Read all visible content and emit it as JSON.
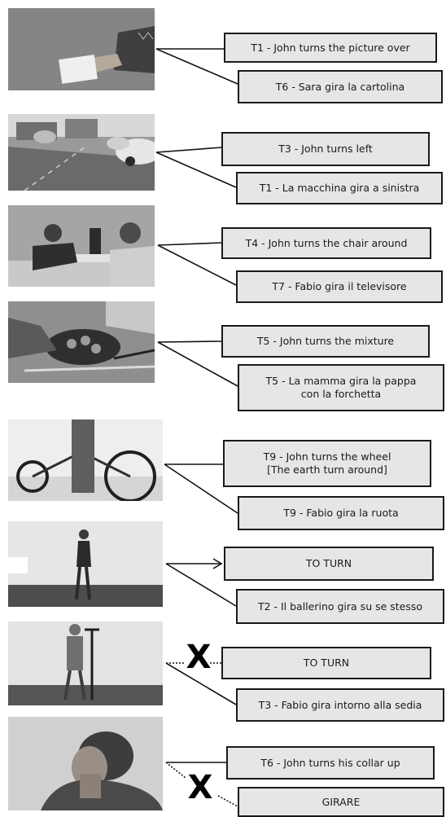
{
  "rows": [
    {
      "label_a": "T1 - John turns the picture over",
      "label_b": "T6 - Sara gira la cartolina"
    },
    {
      "label_a": "T3 - John turns left",
      "label_b": "T1 - La macchina gira a sinistra"
    },
    {
      "label_a": "T4 - John turns the chair around",
      "label_b": "T7 - Fabio gira il televisore"
    },
    {
      "label_a": "T5 - John turns the mixture",
      "label_b_line1": "T5 - La mamma gira la pappa",
      "label_b_line2": "con la forchetta"
    },
    {
      "label_a_line1": "T9 - John turns the wheel",
      "label_a_line2": "[The earth turn around]",
      "label_b": "T9 - Fabio gira la ruota"
    },
    {
      "label_a": "TO TURN",
      "label_b": "T2 - Il ballerino gira su se stesso"
    },
    {
      "label_a": "TO TURN",
      "label_b": "T3 - Fabio gira intorno alla sedia"
    },
    {
      "label_a": "T6 - John turns his collar up",
      "label_b": "GIRARE"
    }
  ],
  "photos": [
    {
      "icon": "hand-holding-picture"
    },
    {
      "icon": "street-with-cars"
    },
    {
      "icon": "man-at-desk-with-monitor"
    },
    {
      "icon": "pan-on-stove"
    },
    {
      "icon": "bicycle-wheel"
    },
    {
      "icon": "man-walking"
    },
    {
      "icon": "person-around-chair"
    },
    {
      "icon": "man-turning-collar"
    }
  ],
  "marks": {
    "cross": "X"
  }
}
